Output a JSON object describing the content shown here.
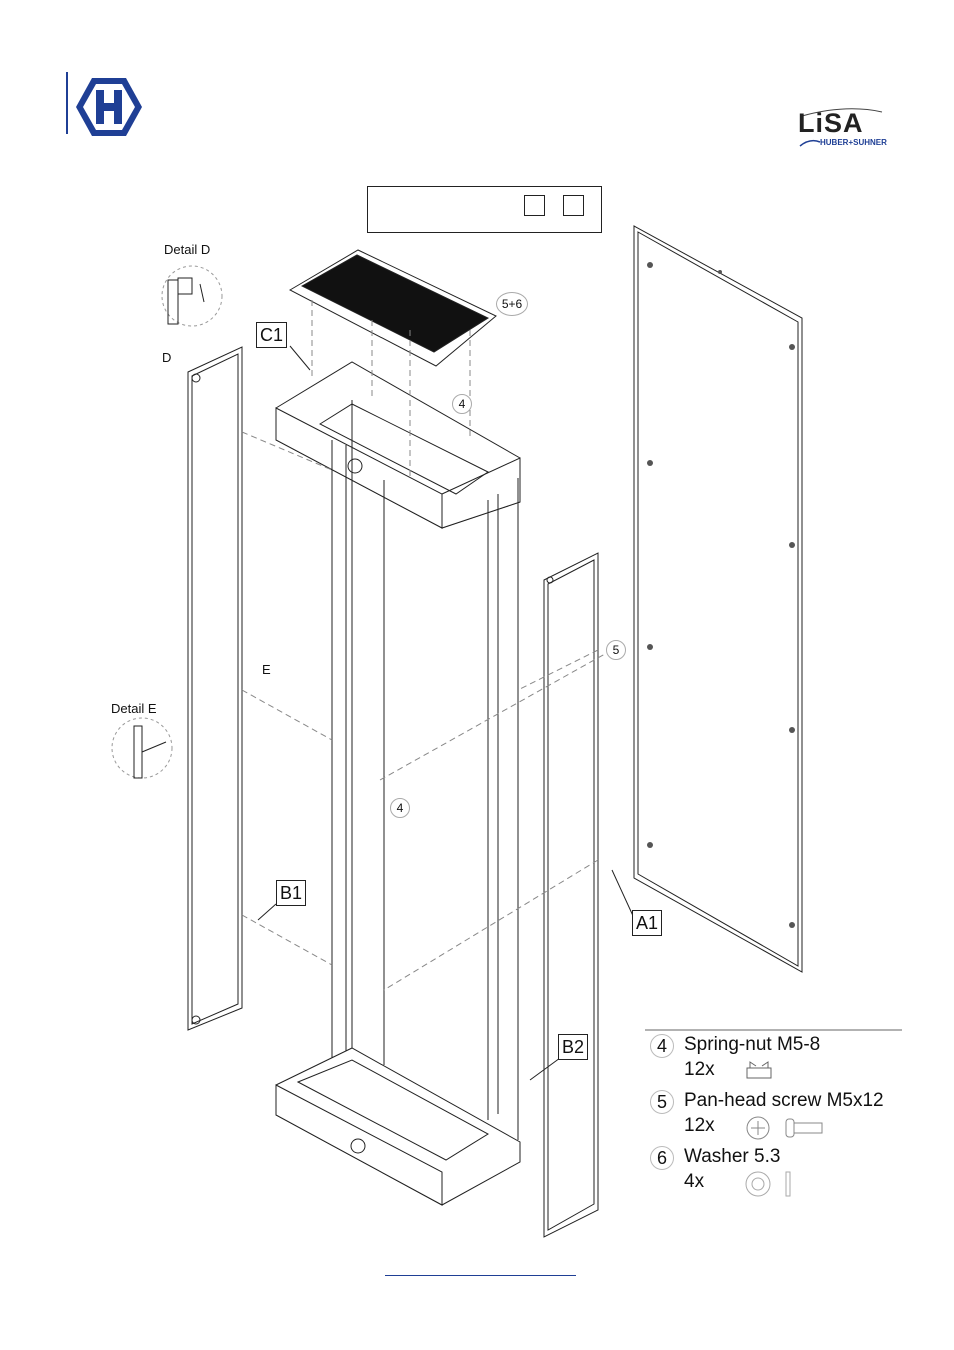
{
  "header": {
    "logo_left": "huber-suhner-h-logo",
    "logo_right_text": "LiSA",
    "logo_right_subtext": "HUBER+SUHNER"
  },
  "labels": {
    "A1": "A1",
    "B1": "B1",
    "B2": "B2",
    "C1": "C1",
    "detail_d": "Detail D",
    "detail_e": "Detail E",
    "d": "D",
    "e": "E",
    "callout_5_6": "5+6",
    "callout_4a": "4",
    "callout_4b": "4",
    "callout_5": "5"
  },
  "parts": [
    {
      "num": "4",
      "name": "Spring-nut M5-8",
      "qty": "12x",
      "icon": "spring-nut-icon"
    },
    {
      "num": "5",
      "name": "Pan-head screw M5x12",
      "qty": "12x",
      "icon": "screw-icon"
    },
    {
      "num": "6",
      "name": "Washer 5.3",
      "qty": "4x",
      "icon": "washer-icon"
    }
  ],
  "colors": {
    "brand_blue": "#1f3f95",
    "line": "#222222"
  }
}
